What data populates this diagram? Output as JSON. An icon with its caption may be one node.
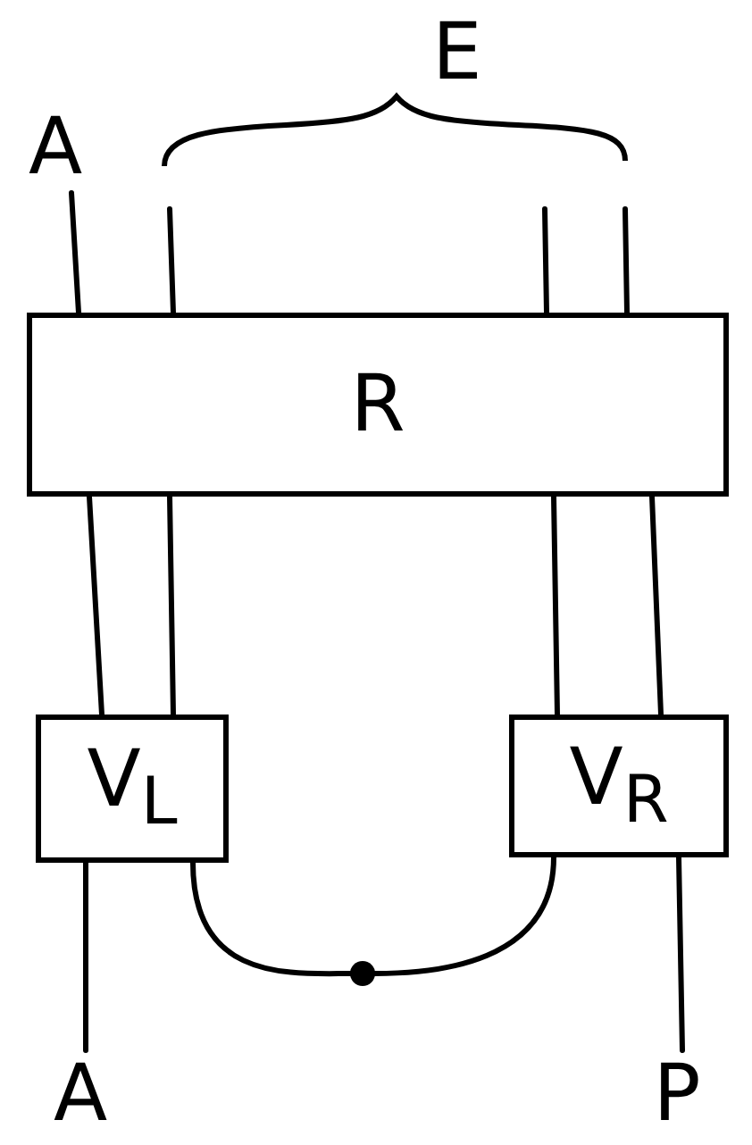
{
  "diagram": {
    "nodes": [
      {
        "text": [
          "A"
        ]
      },
      {
        "text": [
          "R"
        ]
      },
      {
        "text": [
          "V$_{L}$"
        ]
      },
      {
        "text": [
          "V$_{R}$"
        ]
      },
      {
        "text": [],
        "shape": "circle"
      },
      {
        "text": [
          "A"
        ]
      },
      {
        "text": [
          "P"
        ]
      }
    ],
    "edges": [
      {
        "from": 0,
        "to": 1,
        "arrow": "none"
      },
      {
        "from": null,
        "to": 1,
        "arrow": "none"
      },
      {
        "from": null,
        "to": 1,
        "arrow": "none"
      },
      {
        "from": null,
        "to": 1,
        "arrow": "none"
      },
      {
        "from": 1,
        "to": 2,
        "arrow": "none"
      },
      {
        "from": 1,
        "to": 2,
        "arrow": "none"
      },
      {
        "from": 1,
        "to": 3,
        "arrow": "none"
      },
      {
        "from": 1,
        "to": 3,
        "arrow": "none"
      },
      {
        "from": 2,
        "to": 5,
        "arrow": "none"
      },
      {
        "from": 2,
        "to": 4,
        "arrow": "none"
      },
      {
        "from": 4,
        "to": 3,
        "arrow": "none"
      },
      {
        "from": 3,
        "to": 6,
        "arrow": "none"
      }
    ],
    "labels": [
      "E"
    ]
  }
}
